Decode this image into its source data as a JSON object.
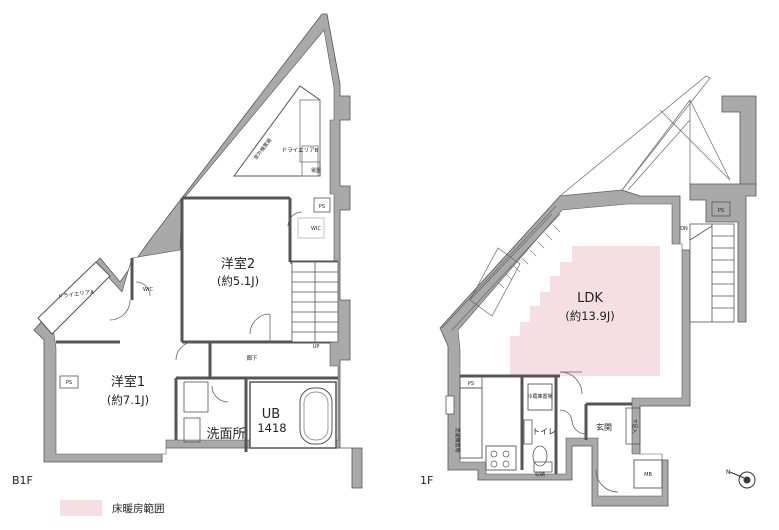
{
  "plan": {
    "floors": [
      {
        "name": "B1F",
        "rooms": [
          {
            "key": "bedroom1",
            "name": "洋室1",
            "size": "(約7.1J)"
          },
          {
            "key": "bedroom2",
            "name": "洋室2",
            "size": "(約5.1J)"
          },
          {
            "key": "unit_bath",
            "name": "UB",
            "size": "1418"
          },
          {
            "key": "washroom",
            "name": "洗面所",
            "size": ""
          }
        ],
        "small_labels": {
          "dry_area_a": "ドライエリアA",
          "dry_area_b": "ドライエリアB",
          "wic_1": "WIC",
          "wic_2": "WIC",
          "ps_1": "PS",
          "ps_2": "PS",
          "corridor": "廊下",
          "up": "UP",
          "storage": "電盤",
          "outdoor_unit": "室外機置場"
        }
      },
      {
        "name": "1F",
        "rooms": [
          {
            "key": "ldk",
            "name": "LDK",
            "size": "(約13.9J)"
          },
          {
            "key": "toilet",
            "name": "トイレ",
            "size": ""
          },
          {
            "key": "entrance",
            "name": "玄関",
            "size": ""
          }
        ],
        "small_labels": {
          "ps_1": "PS",
          "ps_2": "PS",
          "dn": "DN",
          "fridge": "冷蔵庫置場",
          "laundry": "洗濯機置場",
          "shoe": "下足入",
          "mb": "MB",
          "storage": "収納"
        }
      }
    ],
    "legend": {
      "label": "床暖房範囲",
      "color": "#f6dfe2"
    },
    "colors": {
      "wall": "#a9a9a9",
      "heated": "#f6dfe2",
      "line": "#444444"
    },
    "compass_icon": "north-arrow-icon"
  }
}
